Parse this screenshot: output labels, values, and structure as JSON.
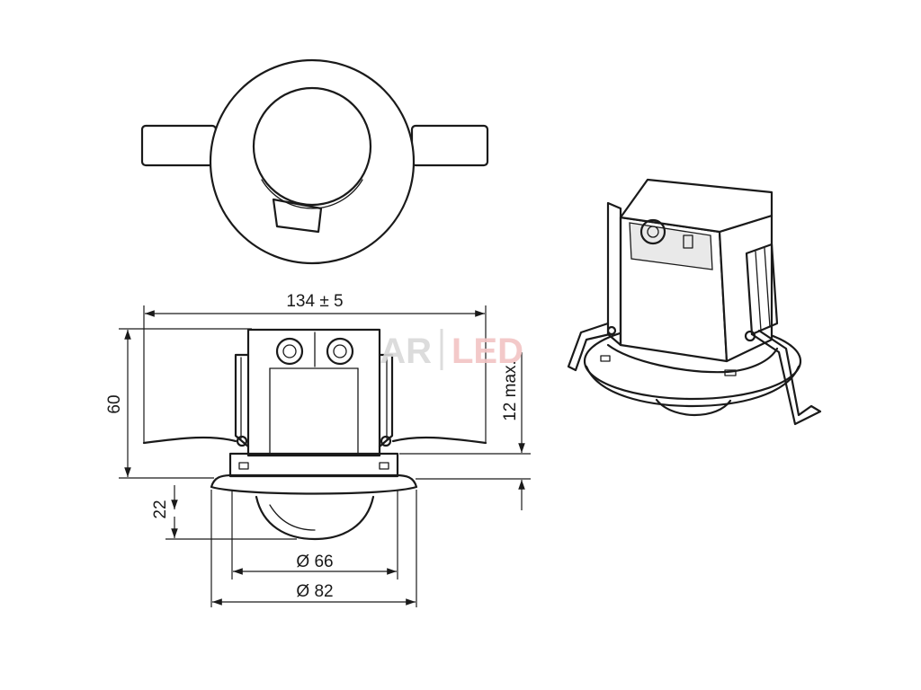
{
  "dimensions": {
    "width_total": "134 ± 5",
    "height_total": "60",
    "flange_height": "12 max.",
    "dome_height": "22",
    "diameter_inner": "Ø 66",
    "diameter_outer": "Ø 82"
  },
  "watermark": {
    "left": "AR",
    "right": "LED",
    "colors": {
      "left": "#d9d9d9",
      "right": "#f2c4c4"
    }
  }
}
